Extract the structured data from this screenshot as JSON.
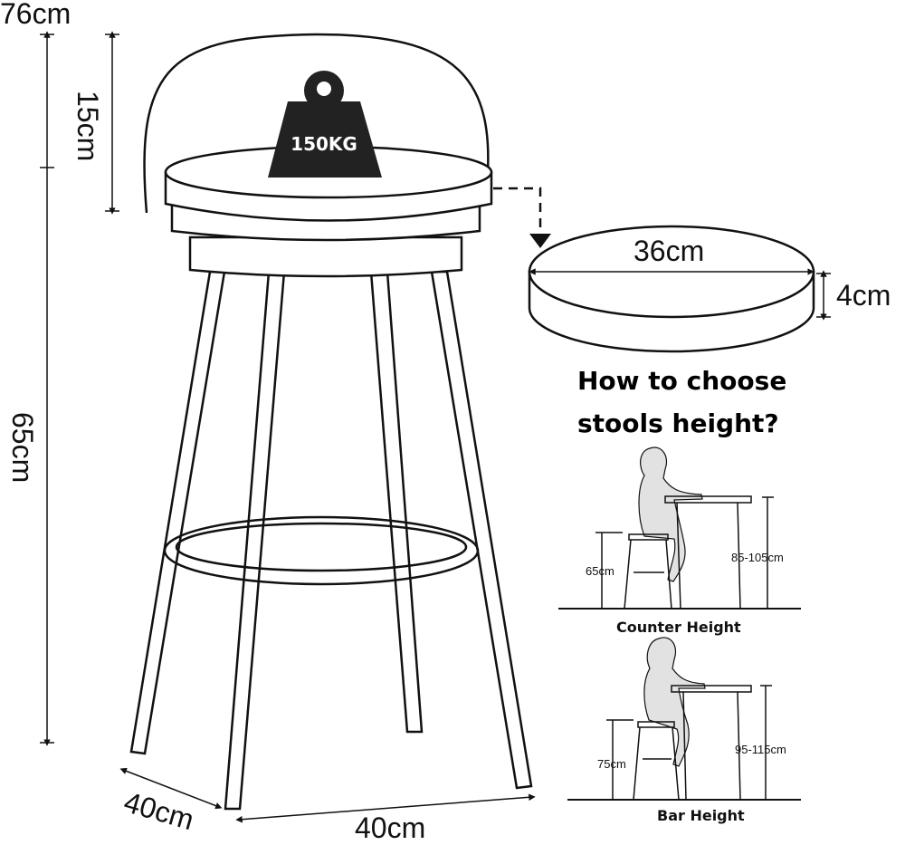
{
  "weight": {
    "label": "150KG",
    "icon": "weight-icon"
  },
  "dimensions": {
    "total_height": "76cm",
    "seat_height": "65cm",
    "back_height": "15cm",
    "base_depth": "40cm",
    "base_width": "40cm",
    "seat_diameter": "36cm",
    "seat_thickness": "4cm"
  },
  "guide": {
    "title_line1": "How to choose",
    "title_line2": "stools height?",
    "counter": {
      "stool": "65cm",
      "table": "85-105cm",
      "caption": "Counter Height"
    },
    "bar": {
      "stool": "75cm",
      "table": "95-115cm",
      "caption": "Bar Height"
    }
  }
}
